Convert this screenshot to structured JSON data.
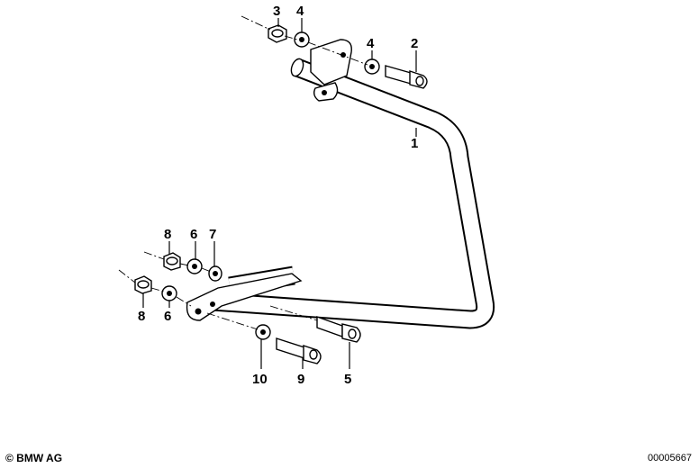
{
  "callouts": {
    "c1": "1",
    "c2": "2",
    "c3": "3",
    "c4a": "4",
    "c4b": "4",
    "c5": "5",
    "c6a": "6",
    "c6b": "6",
    "c7": "7",
    "c8a": "8",
    "c8b": "8",
    "c9": "9",
    "c10": "10"
  },
  "footer": {
    "copyright": "© BMW AG",
    "doc_number": "00005667"
  }
}
